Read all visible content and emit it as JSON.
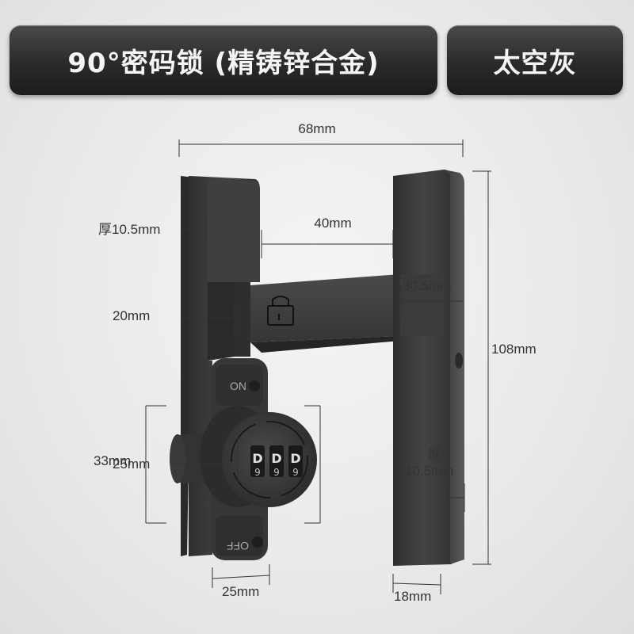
{
  "header": {
    "title": "90°密码锁 (精铸锌合金)",
    "color_name": "太空灰"
  },
  "dimensions": {
    "total_width": "68mm",
    "gap_width": "40mm",
    "left_thickness": "厚10.5mm",
    "bar_height": "20mm",
    "bar_thickness": "30.5mm",
    "total_height": "108mm",
    "dial_outer": "33mm",
    "dial_inner": "25mm",
    "right_thickness_line1": "厚",
    "right_thickness_line2": "10.5mm",
    "left_base_width": "25mm",
    "right_base_width": "18mm"
  },
  "lock": {
    "on_label": "ON",
    "off_label": "OFF",
    "digits": [
      "D",
      "D",
      "D"
    ],
    "digits_below": [
      "9",
      "9",
      "9"
    ]
  },
  "colors": {
    "metal": "#3d3d3f",
    "pill": "#2a2a2a",
    "background": "#e9e9e9"
  }
}
